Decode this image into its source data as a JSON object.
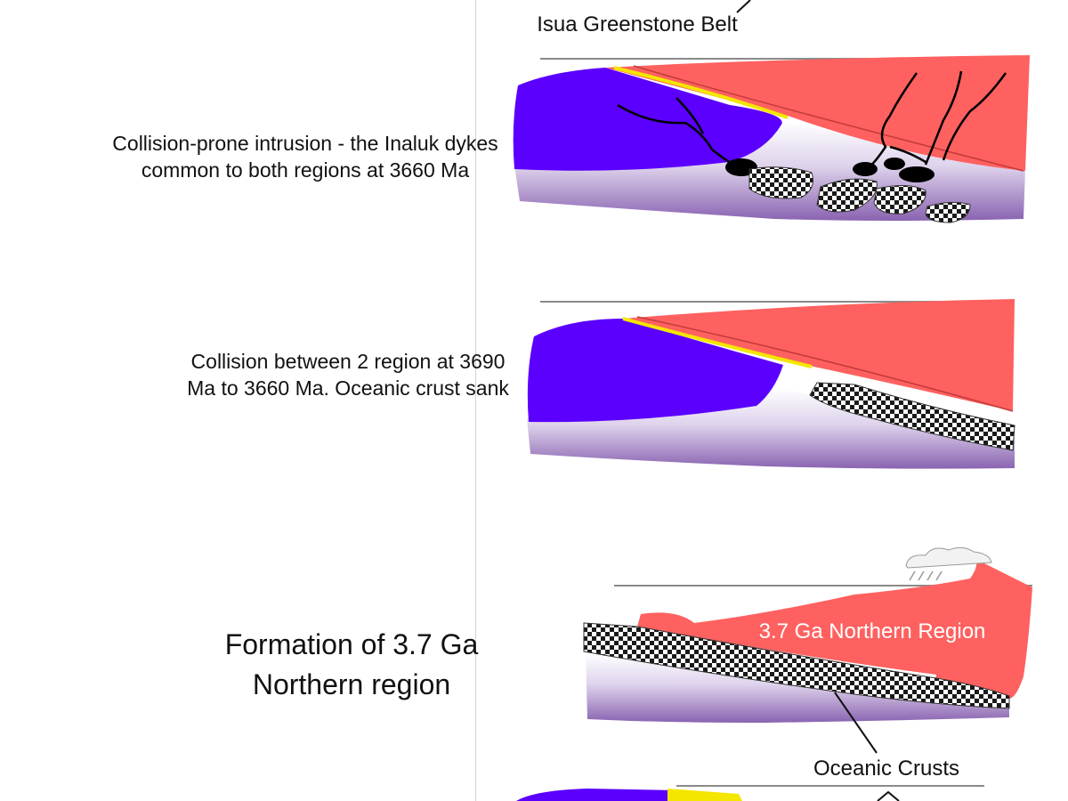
{
  "labels": {
    "isua": "Isua  Greenstone Belt",
    "panel1": "Collision-prone intrusion - the Inaluk dykes common to both regions at 3660 Ma",
    "panel2": "Collision between 2 region at 3690 Ma to 3660 Ma. Oceanic crust sank",
    "panel3": "Formation of 3.7 Ga Northern region",
    "oceanic": "Oceanic Crusts",
    "northern": "3.7 Ga Northern Region"
  },
  "colors": {
    "southern_block": "#5b00ff",
    "northern_block": "#fe615f",
    "mantle_top": "#ffffff",
    "mantle_bottom": "#8a63b1",
    "oceanic_crust_a": "#1a1a1a",
    "oceanic_crust_b": "#ffffff",
    "suture": "#f5e600",
    "dykes": "#000000",
    "surface_line": "#7a7a7a"
  },
  "icons": [
    "cloud-icon",
    "rain-icon"
  ]
}
